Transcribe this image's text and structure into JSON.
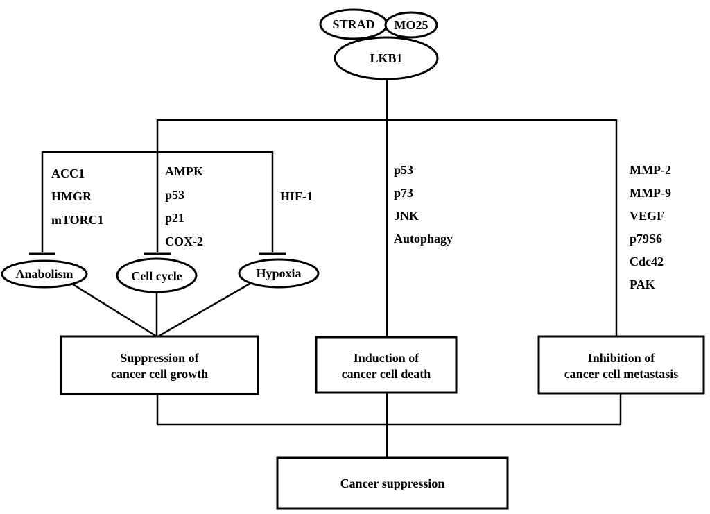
{
  "colors": {
    "background": "#ffffff",
    "line": "#000000",
    "text": "#000000"
  },
  "complex": {
    "strad": "STRAD",
    "mo25": "MO25",
    "lkb1": "LKB1"
  },
  "growth_branch": {
    "anabolism_inputs": [
      "ACC1",
      "HMGR",
      "mTORC1"
    ],
    "cell_cycle_inputs": [
      "AMPK",
      "p53",
      "p21",
      "COX-2"
    ],
    "hypoxia_input": "HIF-1",
    "anabolism": "Anabolism",
    "cell_cycle": "Cell cycle",
    "hypoxia": "Hypoxia",
    "outcome_line1": "Suppression of",
    "outcome_line2": "cancer cell growth"
  },
  "death_branch": {
    "mediators": [
      "p53",
      "p73",
      "JNK",
      "Autophagy"
    ],
    "outcome_line1": "Induction of",
    "outcome_line2": "cancer cell death"
  },
  "metastasis_branch": {
    "mediators": [
      "MMP-2",
      "MMP-9",
      "VEGF",
      "p79S6",
      "Cdc42",
      "PAK"
    ],
    "outcome_line1": "Inhibition of",
    "outcome_line2": "cancer cell metastasis"
  },
  "final_outcome": "Cancer suppression"
}
